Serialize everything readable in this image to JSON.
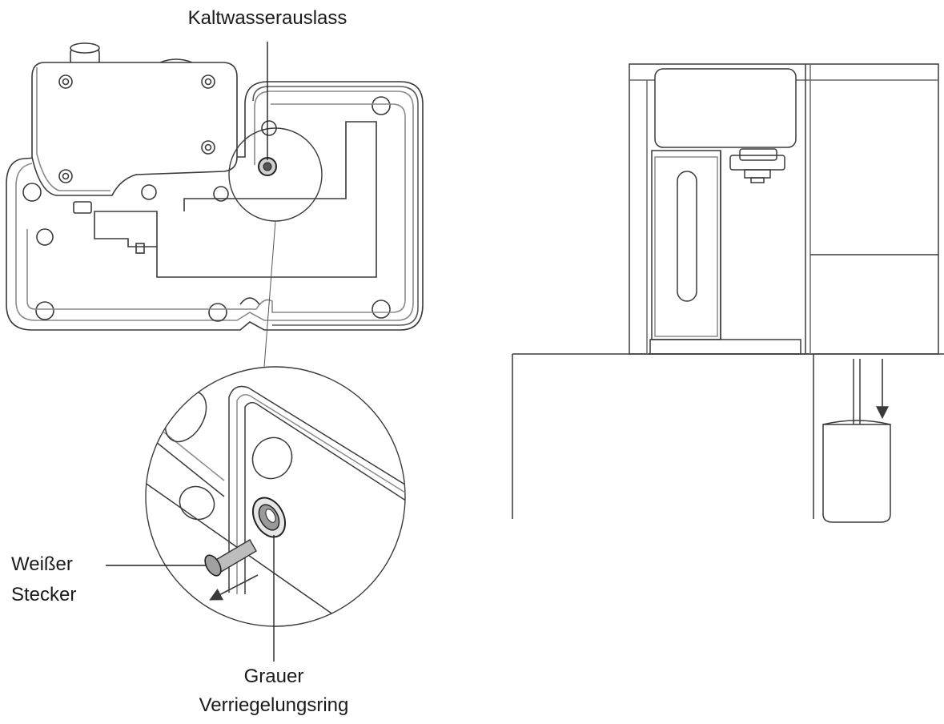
{
  "labels": {
    "cold_water_outlet": "Kaltwasserauslass",
    "white_plug_line1": "Weißer",
    "white_plug_line2": "Stecker",
    "grey_ring_line1": "Grauer",
    "grey_ring_line2": "Verriegelungsring"
  },
  "colors": {
    "stroke": "#3a3a3a",
    "light_stroke": "#8a8a8a",
    "text": "#1a1a1a"
  }
}
